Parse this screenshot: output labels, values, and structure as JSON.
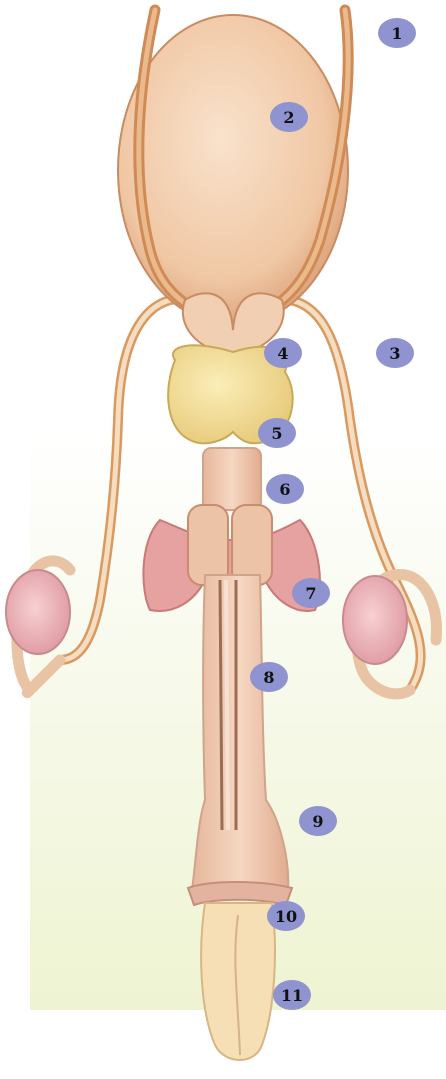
{
  "diagram": {
    "markers": [
      {
        "id": "m1",
        "label": "1"
      },
      {
        "id": "m2",
        "label": "2"
      },
      {
        "id": "m3",
        "label": "3"
      },
      {
        "id": "m4",
        "label": "4"
      },
      {
        "id": "m5",
        "label": "5"
      },
      {
        "id": "m6",
        "label": "6"
      },
      {
        "id": "m7",
        "label": "7"
      },
      {
        "id": "m8",
        "label": "8"
      },
      {
        "id": "m9",
        "label": "9"
      },
      {
        "id": "m10",
        "label": "10"
      },
      {
        "id": "m11",
        "label": "11"
      }
    ]
  },
  "colors": {
    "marker_fill": "#8f93cf",
    "background_tint": "#eef4d2",
    "bladder": "#f0c7a4",
    "duct": "#d9995f",
    "gland": "#f0dc8e",
    "urethra": "#f2cfb1",
    "crura": "#e6a2a0",
    "testis": "#e9aeb3",
    "glans": "#f6dfb5"
  }
}
